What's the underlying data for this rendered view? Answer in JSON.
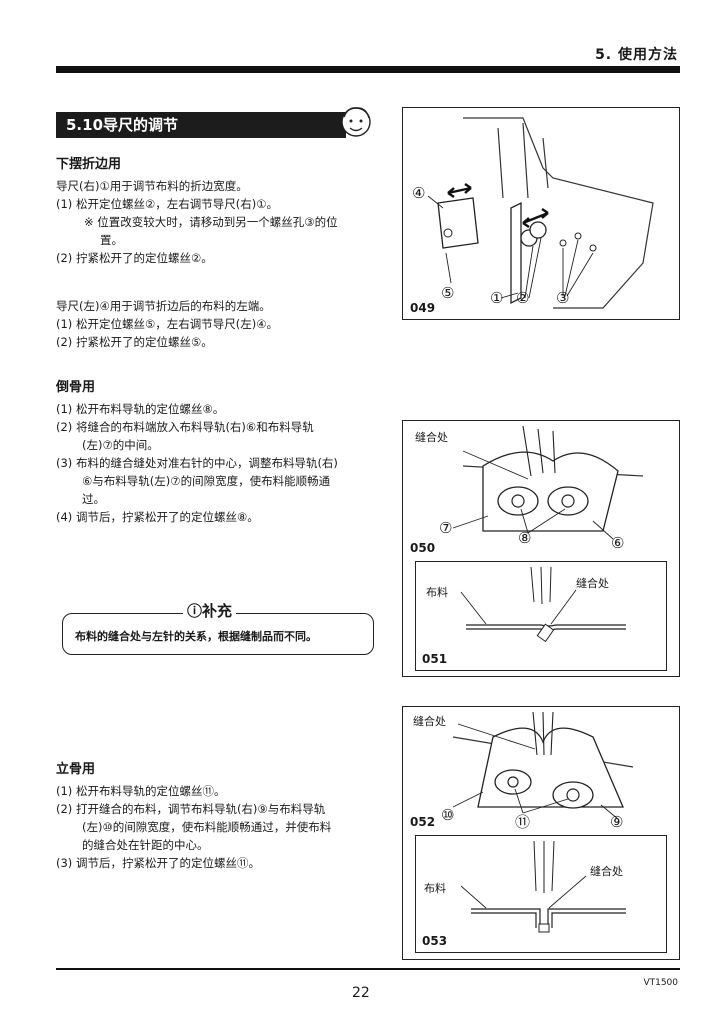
{
  "header": {
    "chapter": "5. 使用方法"
  },
  "section": {
    "title": "5.10导尺的调节"
  },
  "hem": {
    "heading": "下摆折边用",
    "lines": [
      "导尺(右)①用于调节布料的折边宽度。",
      "(1) 松开定位螺丝②，左右调节导尺(右)①。",
      "※ 位置改变较大时，请移动到另一个螺丝孔③的位",
      "置。",
      "(2) 拧紧松开了的定位螺丝②。"
    ],
    "lines2": [
      "导尺(左)④用于调节折边后的布料的左端。",
      "(1) 松开定位螺丝⑤，左右调节导尺(左)④。",
      "(2) 拧紧松开了的定位螺丝⑤。"
    ]
  },
  "fold": {
    "heading": "倒骨用",
    "lines": [
      "(1) 松开布料导轨的定位螺丝⑧。",
      "(2) 将缝合的布料端放入布料导轨(右)⑥和布料导轨",
      "(左)⑦的中间。",
      "(3) 布料的缝合缝处对准右针的中心，调整布料导轨(右)",
      "⑥与布料导轨(左)⑦的间隙宽度，使布料能顺畅通",
      "过。",
      "(4) 调节后，拧紧松开了的定位螺丝⑧。"
    ]
  },
  "note": {
    "title": "ⓘ补充",
    "text": "布料的缝合处与左针的关系，根据缝制品而不同。"
  },
  "stand": {
    "heading": "立骨用",
    "lines": [
      "(1) 松开布料导轨的定位螺丝⑪。",
      "(2) 打开缝合的布料，调节布料导轨(右)⑨与布料导轨",
      "(左)⑩的间隙宽度，使布料能顺畅通过，并使布料",
      "的缝合处在针距的中心。",
      "(3) 调节后，拧紧松开了的定位螺丝⑪。"
    ]
  },
  "figures": {
    "f049": {
      "id": "049",
      "callouts": [
        "④",
        "⑤",
        "①",
        "②",
        "③"
      ]
    },
    "f050": {
      "id": "050",
      "seam": "缝合处",
      "callouts": [
        "⑦",
        "⑧",
        "⑥"
      ]
    },
    "f051": {
      "id": "051",
      "cloth": "布料",
      "seam": "缝合处"
    },
    "f052": {
      "id": "052",
      "seam": "缝合处",
      "callouts": [
        "⑩",
        "⑪",
        "⑨"
      ]
    },
    "f053": {
      "id": "053",
      "cloth": "布料",
      "seam": "缝合处"
    }
  },
  "footer": {
    "page": "22",
    "model": "VT1500"
  }
}
